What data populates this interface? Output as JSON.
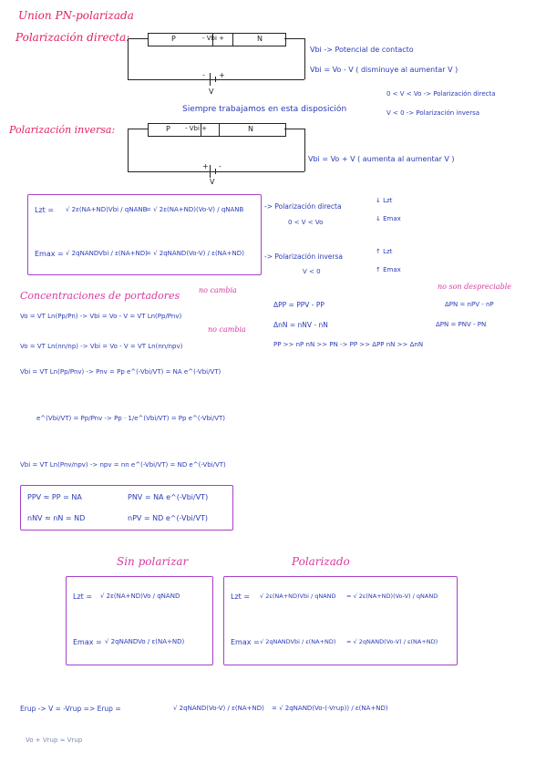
{
  "title": "Union PN-polarizada",
  "direct_label": "Polarización directa:",
  "inverse_label": "Polarización inversa:",
  "diagram1": {
    "p": "P",
    "mid": "- Vbi +",
    "n": "N",
    "v": "V",
    "sign_minus": "-",
    "sign_plus": "+"
  },
  "diagram2": {
    "p": "P",
    "mid": "- Vbi +",
    "n": "N",
    "v": "V",
    "sign_plus": "+",
    "sign_minus": "-"
  },
  "notes": {
    "vbi_contact": "Vbi -> Potencial de contacto",
    "vbi_direct": "Vbi = Vo - V ( disminuye al aumentar V )",
    "always": "Siempre trabajamos en esta disposición",
    "cond1": "0 < V < Vo -> Polarización directa",
    "cond2": "V < 0 -> Polarización inversa",
    "vbi_inverse": "Vbi = Vo + V ( aumenta al aumentar V )"
  },
  "box1": {
    "lzt": "Lzt =",
    "lzt_eq1": "√ 2ε(NA+ND)Vbi / qNANB",
    "lzt_eq2": "= √ 2ε(NA+ND)(Vo-V) / qNANB",
    "emax": "Emax =",
    "emax_eq1": "√ 2qNANDVbi / ε(NA+ND)",
    "emax_eq2": "= √ 2qNAND(Vo-V) / ε(NA+ND)"
  },
  "box1_notes": {
    "arrow1": "-> Polarización directa",
    "cond1": "0 < V < Vo",
    "res1a": "↓ Lzt",
    "res1b": "↓ Emax",
    "arrow2": "-> Polarización inversa",
    "cond2": "V < 0",
    "res2a": "↑ Lzt",
    "res2b": "↑ Emax"
  },
  "concentrations": {
    "title": "Concentraciones de portadores",
    "nochange1": "no cambia",
    "nochange2": "no cambia",
    "l1": "Vo = VT Ln(Pp/Pn) -> Vbi = Vo - V = VT Ln(Pp/Pnv)",
    "l2": "Vo = VT Ln(nn/np) -> Vbi = Vo - V = VT Ln(nn/npv)",
    "l3": "Vbi = VT Ln(Pp/Pnv) -> Pnv = Pp e^(-Vbi/VT) = NA e^(-Vbi/VT)",
    "l4": "e^(Vbi/VT) = Pp/Pnv -> Pp · 1/e^(Vbi/VT) = Pp e^(-Vbi/VT)",
    "l5": "Vbi = VT Ln(Pnv/npv) -> npv = nn e^(-Vbi/VT) = ND e^(-Vbi/VT)"
  },
  "delta": {
    "d1": "ΔPP = PPV - PP",
    "d2": "ΔnN = nNV - nN",
    "d3": "PP >> nP   nN >> PN -> PP >> ΔPP   nN >> ΔnN",
    "dp": "ΔPN = nPV - nP",
    "dn": "ΔPN = PNV - PN",
    "not_negligible": "no son despreciable"
  },
  "box2": {
    "a": "PPV ≈ PP = NA",
    "b": "nNV ≈ nN = ND",
    "c": "PNV = NA e^(-Vbi/VT)",
    "d": "nPV = ND e^(-Vbi/VT)"
  },
  "sin_title": "Sin polarizar",
  "pol_title": "Polarizado",
  "box3": {
    "lzt": "Lzt =",
    "lzt_eq": "√ 2ε(NA+ND)Vo / qNAND",
    "emax": "Emax =",
    "emax_eq": "√ 2qNANDVo / ε(NA+ND)"
  },
  "box4": {
    "lzt": "Lzt =",
    "lzt_eq1": "√ 2ε(NA+ND)Vbi / qNAND",
    "lzt_eq2": "= √ 2ε(NA+ND)(Vo-V) / qNAND",
    "emax": "Emax =",
    "emax_eq1": "√ 2qNANDVbi / ε(NA+ND)",
    "emax_eq2": "= √ 2qNAND(Vo-V) / ε(NA+ND)"
  },
  "bottom": {
    "erup": "Erup -> V = -Vrup => Erup =",
    "eq1": "√ 2qNAND(Vo-V) / ε(NA+ND)",
    "eq2": "= √ 2qNAND(Vo-(-Vrup)) / ε(NA+ND)",
    "vrup": "Vo + Vrup ≈ Vrup"
  }
}
